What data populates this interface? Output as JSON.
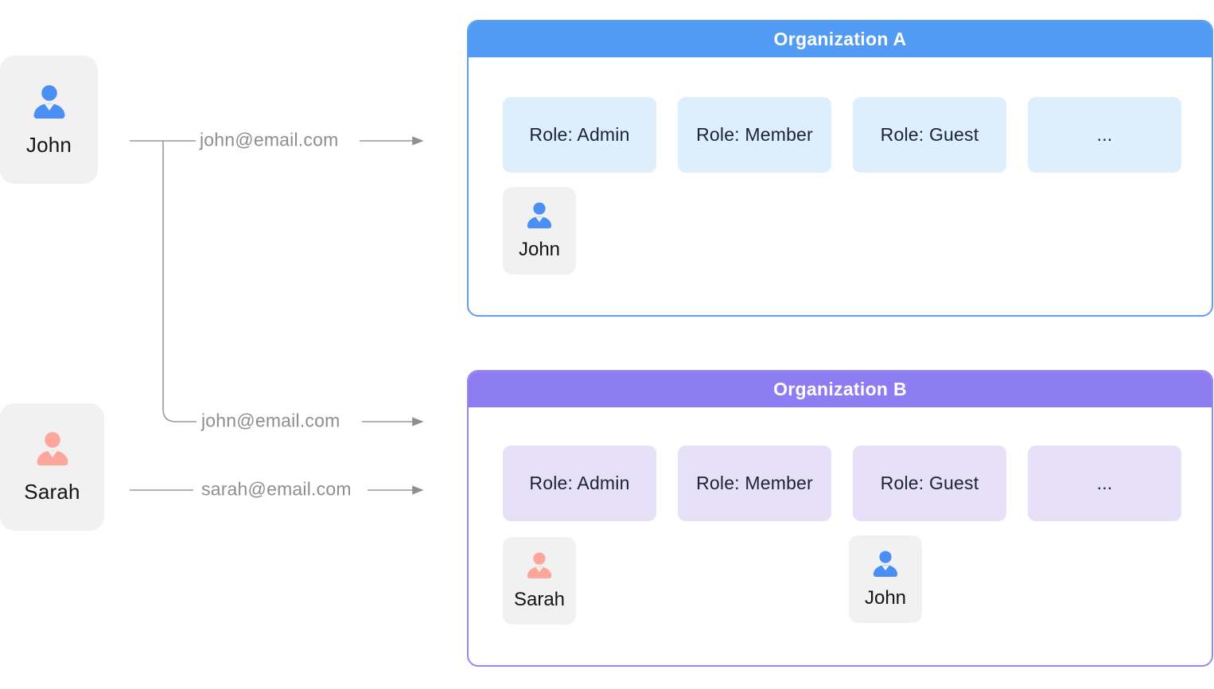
{
  "diagram": {
    "left_users": [
      {
        "name": "John",
        "icon_color": "#4a90f4"
      },
      {
        "name": "Sarah",
        "icon_color": "#fda79c"
      }
    ],
    "connector_labels": [
      {
        "email": "john@email.com",
        "points_to": "Organization A"
      },
      {
        "email": "john@email.com",
        "points_to": "Organization B"
      },
      {
        "email": "sarah@email.com",
        "points_to": "Organization B"
      }
    ],
    "line_color": "#9a9a9a",
    "email_text_color": "#8e8e8e",
    "user_card_bg": "#f1f1f2"
  },
  "org_a": {
    "title": "Organization A",
    "header_color": "#519bf5",
    "border_color": "#5c9ef6",
    "chip_bg": "#ddeefc",
    "roles": [
      "Role: Admin",
      "Role: Member",
      "Role: Guest",
      "..."
    ],
    "members": [
      {
        "name": "John",
        "icon_color": "#4a90f4"
      }
    ]
  },
  "org_b": {
    "title": "Organization B",
    "header_color": "#8e7cf2",
    "border_color": "#9887ef",
    "chip_bg": "#e6e0f8",
    "roles": [
      "Role: Admin",
      "Role: Member",
      "Role: Guest",
      "..."
    ],
    "members": [
      {
        "name": "Sarah",
        "icon_color": "#fda79c"
      },
      {
        "name": "John",
        "icon_color": "#4a90f4"
      }
    ]
  }
}
